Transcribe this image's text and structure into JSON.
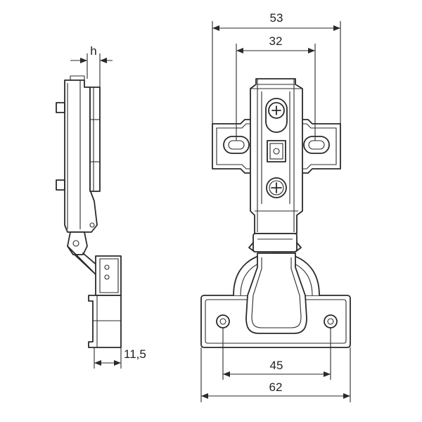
{
  "dimensions": {
    "top_overall": "53",
    "top_inner": "32",
    "bottom_inner": "45",
    "bottom_overall": "62",
    "side_offset": "11,5",
    "side_h": "h"
  },
  "colors": {
    "stroke": "#2a2a2a",
    "background": "#ffffff"
  }
}
